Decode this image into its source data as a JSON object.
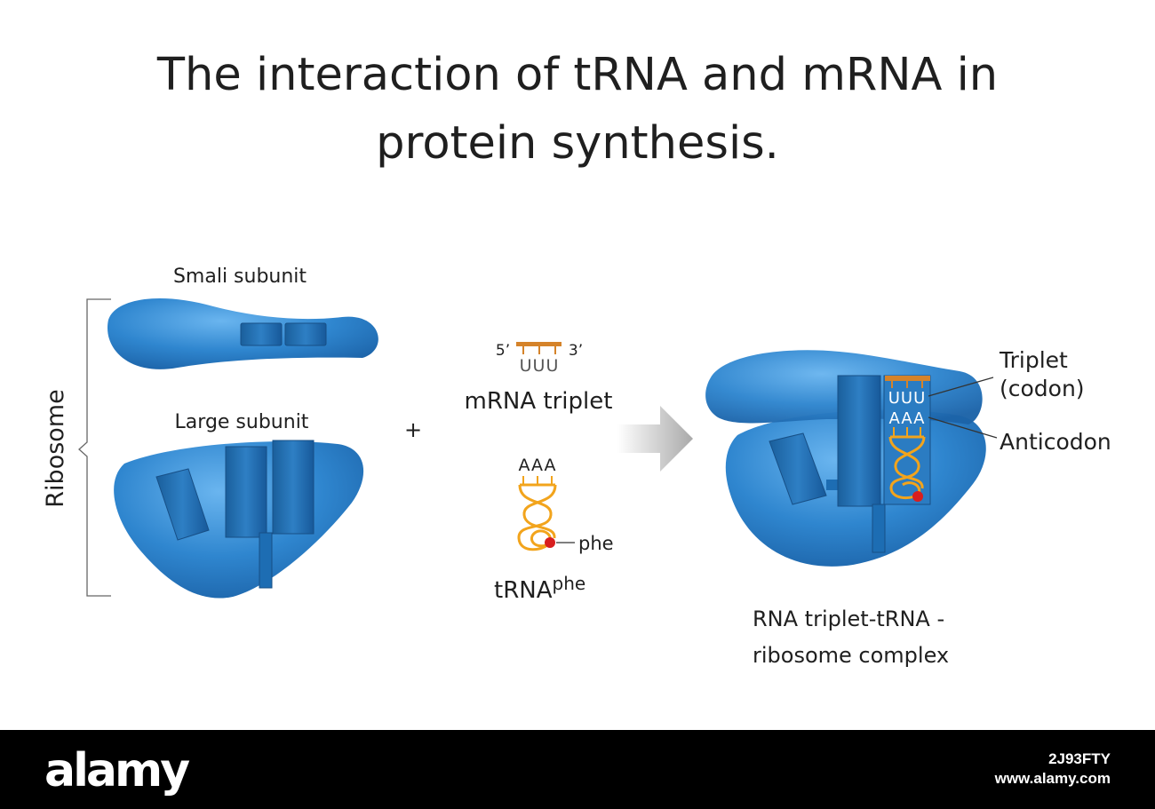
{
  "title": {
    "line1": "The interaction of tRNA and mRNA in",
    "line2": "protein synthesis."
  },
  "labels": {
    "small_subunit": "Smali subunit",
    "large_subunit": "Large subunit",
    "ribosome": "Ribosome",
    "plus": "+",
    "five_prime": "5’",
    "three_prime": "3’",
    "codon_bases": "UUU",
    "mrna_triplet": "mRNA triplet",
    "anticodon_bases": "AAA",
    "phe": "phe",
    "trna_main": "tRNA",
    "trna_sup": "phe",
    "triplet_line1": "Triplet",
    "triplet_line2": "(codon)",
    "anticodon": "Anticodon",
    "complex_line1": "RNA triplet-tRNA -",
    "complex_line2": "ribosome complex"
  },
  "footer": {
    "brand": "alamy",
    "image_code": "2J93FTY",
    "site": "www.alamy.com"
  },
  "colors": {
    "ribosome_blue": "#2f86cf",
    "ribosome_dark": "#1a5f9c",
    "trna_orange": "#f2a41c",
    "mrna_bar": "#d5832a",
    "amino_acid_red": "#d81e1e",
    "arrow_grey": "#b4b4b4"
  }
}
